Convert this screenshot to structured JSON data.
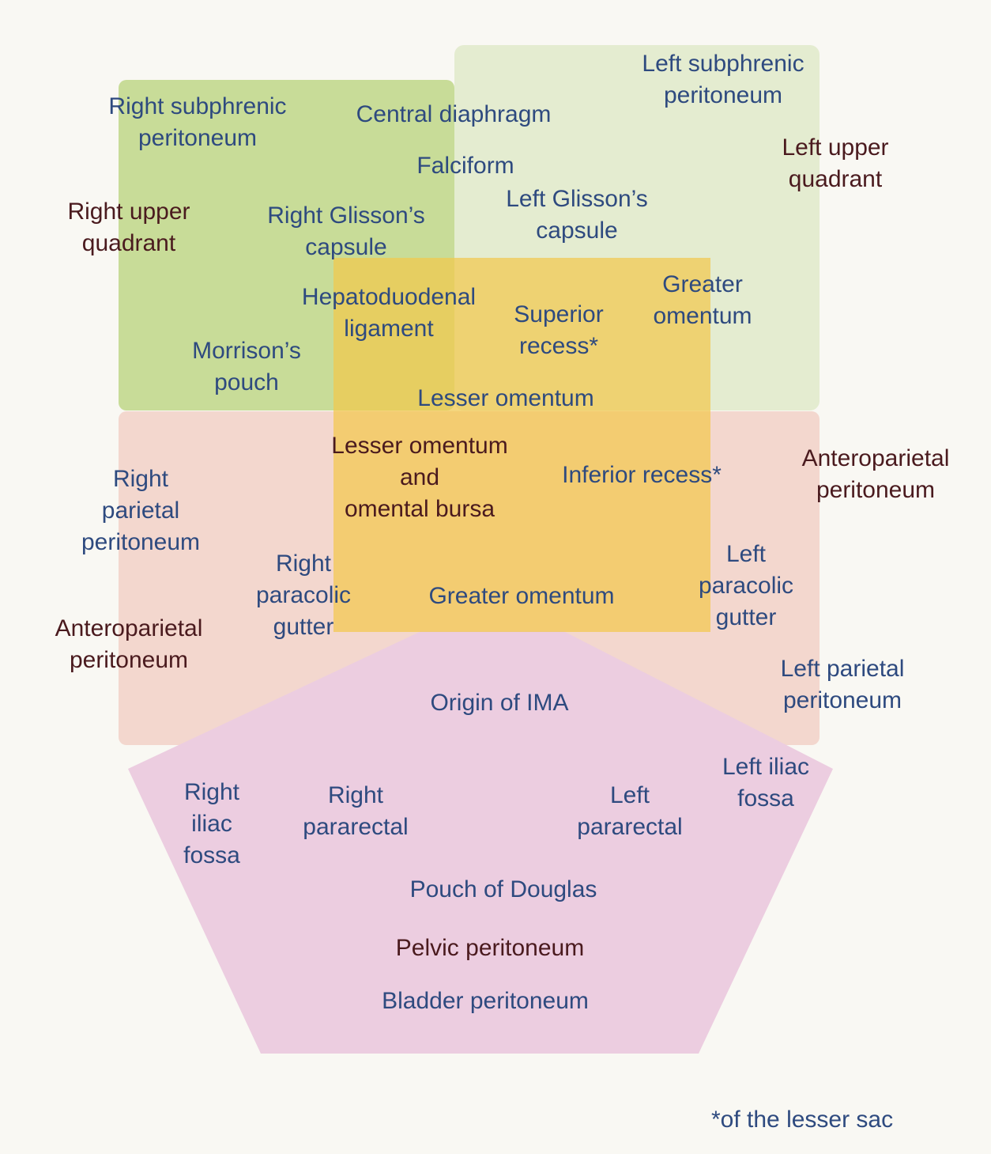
{
  "colors": {
    "right_upper": "#c8dc98",
    "left_upper": "#e4ecd0",
    "middle_abdomen": "#f3d7ce",
    "lesser_sac": "#f7d67a",
    "pelvis": "#eccde0",
    "label_blue": "#2e4a7f",
    "label_dark": "#4a1a1e"
  },
  "labels": {
    "right_subphrenic": "Right subphrenic\nperitoneum",
    "central_diaphragm": "Central diaphragm",
    "left_subphrenic": "Left subphrenic\nperitoneum",
    "left_upper_quadrant": "Left upper\nquadrant",
    "falciform": "Falciform",
    "right_upper_quadrant": "Right upper\nquadrant",
    "right_glisson": "Right Glisson’s\ncapsule",
    "left_glisson": "Left Glisson’s\ncapsule",
    "hepatoduodenal": "Hepatoduodenal\nligament",
    "superior_recess": "Superior\nrecess*",
    "greater_omentum_upper": "Greater\nomentum",
    "morrisons_pouch": "Morrison’s\npouch",
    "lesser_omentum": "Lesser omentum",
    "lesser_omentum_bursa": "Lesser omentum\nand\nomental bursa",
    "inferior_recess": "Inferior recess*",
    "anteroparietal_right": "Anteroparietal\nperitoneum",
    "right_parietal": "Right\nparietal\nperitoneum",
    "right_paracolic": "Right\nparacolic\ngutter",
    "greater_omentum_lower": "Greater omentum",
    "left_paracolic": "Left\nparacolic\ngutter",
    "anteroparietal_left": "Anteroparietal\nperitoneum",
    "left_parietal": "Left parietal\nperitoneum",
    "origin_ima": "Origin of IMA",
    "right_iliac_fossa": "Right\niliac\nfossa",
    "right_pararectal": "Right\npararectal",
    "left_pararectal": "Left\npararectal",
    "left_iliac_fossa": "Left iliac\nfossa",
    "pouch_of_douglas": "Pouch of Douglas",
    "pelvic_peritoneum": "Pelvic peritoneum",
    "bladder_peritoneum": "Bladder peritoneum"
  },
  "footnote": "*of the lesser sac"
}
